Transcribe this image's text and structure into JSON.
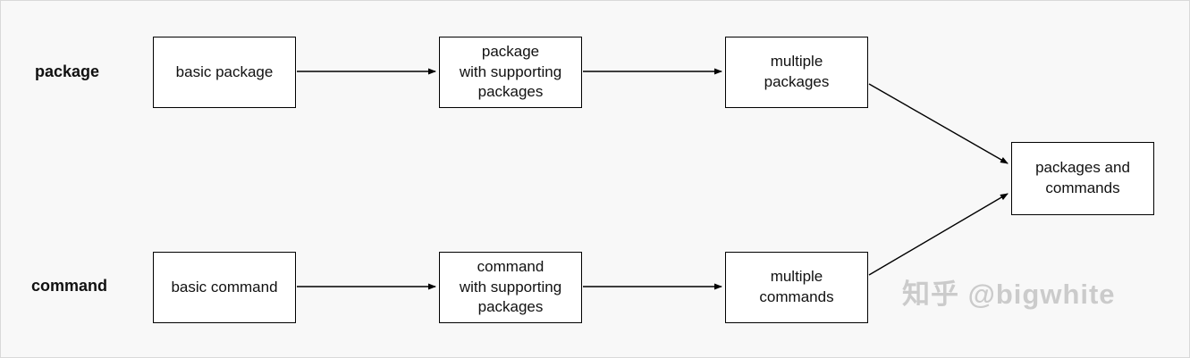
{
  "rows": {
    "package": {
      "label": "package"
    },
    "command": {
      "label": "command"
    }
  },
  "nodes": {
    "basic_package": "basic package",
    "package_with_supporting_packages": "package\nwith supporting\npackages",
    "multiple_packages": "multiple\npackages",
    "basic_command": "basic command",
    "command_with_supporting_packages": "command\nwith supporting\npackages",
    "multiple_commands": "multiple\ncommands",
    "packages_and_commands": "packages and\ncommands"
  },
  "watermark": "知乎 @bigwhite",
  "colors": {
    "background": "#f8f8f8",
    "box_fill": "#ffffff",
    "box_border": "#000000",
    "arrow": "#000000",
    "watermark": "#cbcbcb"
  }
}
